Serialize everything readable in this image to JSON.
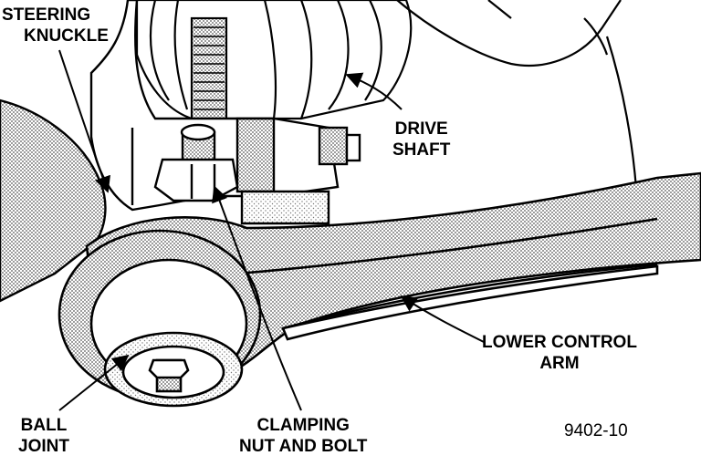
{
  "labels": {
    "steering_knuckle": [
      "STEERING",
      "KNUCKLE"
    ],
    "drive_shaft": [
      "DRIVE",
      "SHAFT"
    ],
    "lower_control_arm": [
      "LOWER CONTROL",
      "ARM"
    ],
    "ball_joint": [
      "BALL",
      "JOINT"
    ],
    "clamping_nut_bolt": [
      "CLAMPING",
      "NUT AND BOLT"
    ]
  },
  "figure_number": "9402-10",
  "colors": {
    "ink": "#000000",
    "shade": "#bdbdbd",
    "paper": "#ffffff"
  }
}
